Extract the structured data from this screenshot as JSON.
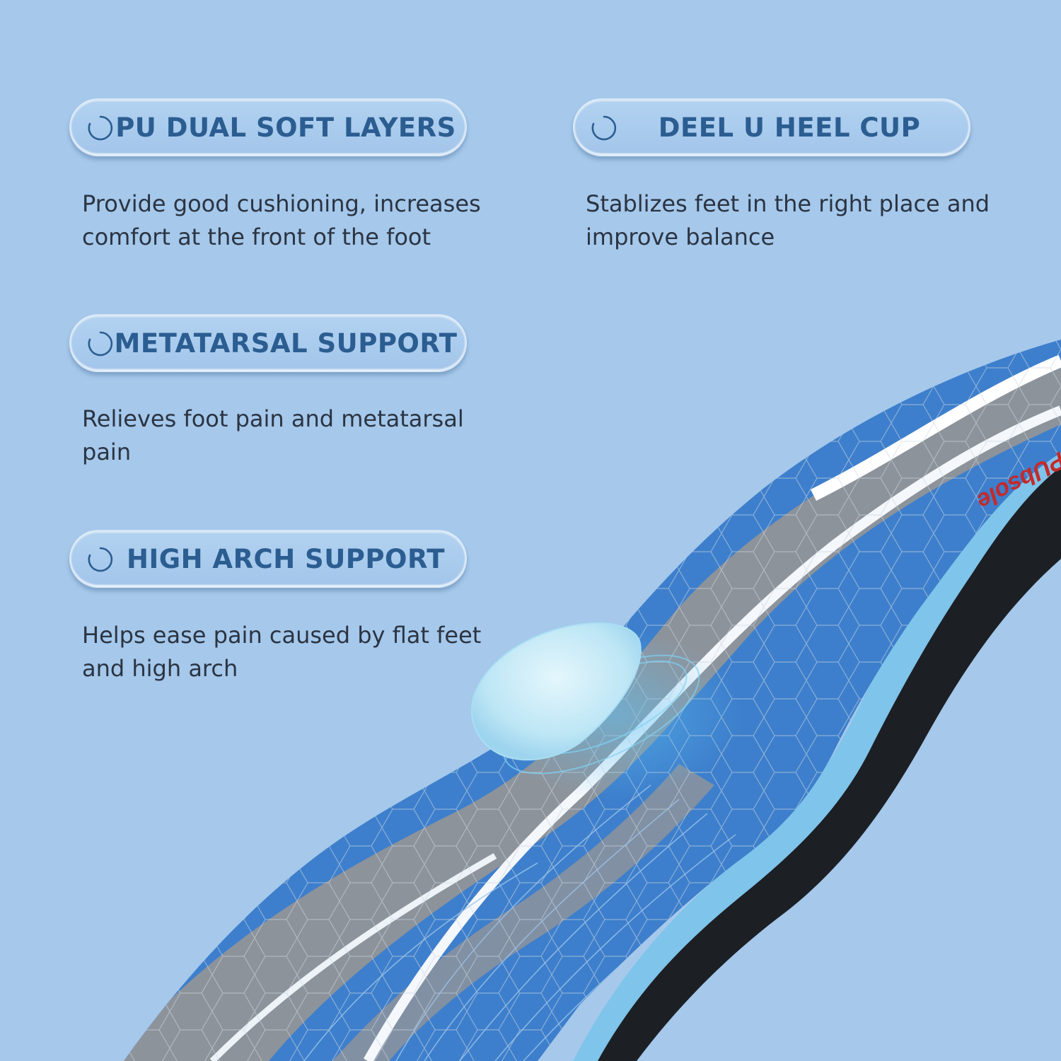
{
  "features": [
    {
      "title": "PU DUAL SOFT LAYERS",
      "description": "Provide good cushioning, increases comfort at the front of the foot"
    },
    {
      "title": "DEEL U HEEL CUP",
      "description": "Stablizes feet in the right place and improve balance"
    },
    {
      "title": "METATARSAL SUPPORT",
      "description": "Relieves foot pain and metatarsal pain"
    },
    {
      "title": "HIGH ARCH SUPPORT",
      "description": "Helps ease pain caused by flat feet and high arch"
    }
  ],
  "product_logo": "PUbsole",
  "colors": {
    "background": "#a5c8eb",
    "pill_text": "#2b5d91",
    "body_text": "#2b3442",
    "insole_blue": "#3d7fcc",
    "insole_grey": "#8d939b",
    "logo_red": "#c42a2a"
  }
}
